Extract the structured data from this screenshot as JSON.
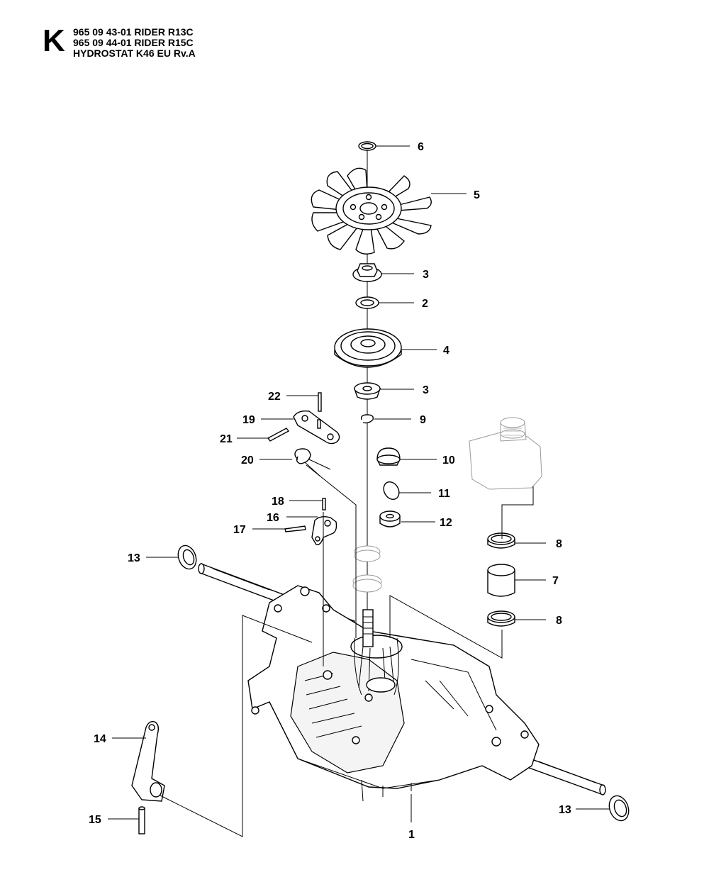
{
  "header": {
    "section_letter": "K",
    "lines": [
      "965 09 43-01 RIDER R13C",
      "965 09 44-01 RIDER R15C",
      "HYDROSTAT K46 EU Rv.A"
    ]
  },
  "callouts": [
    "6",
    "5",
    "3",
    "2",
    "4",
    "3",
    "22",
    "19",
    "9",
    "21",
    "20",
    "10",
    "11",
    "18",
    "16",
    "12",
    "17",
    "13",
    "8",
    "7",
    "8",
    "14",
    "13",
    "15",
    "1"
  ]
}
